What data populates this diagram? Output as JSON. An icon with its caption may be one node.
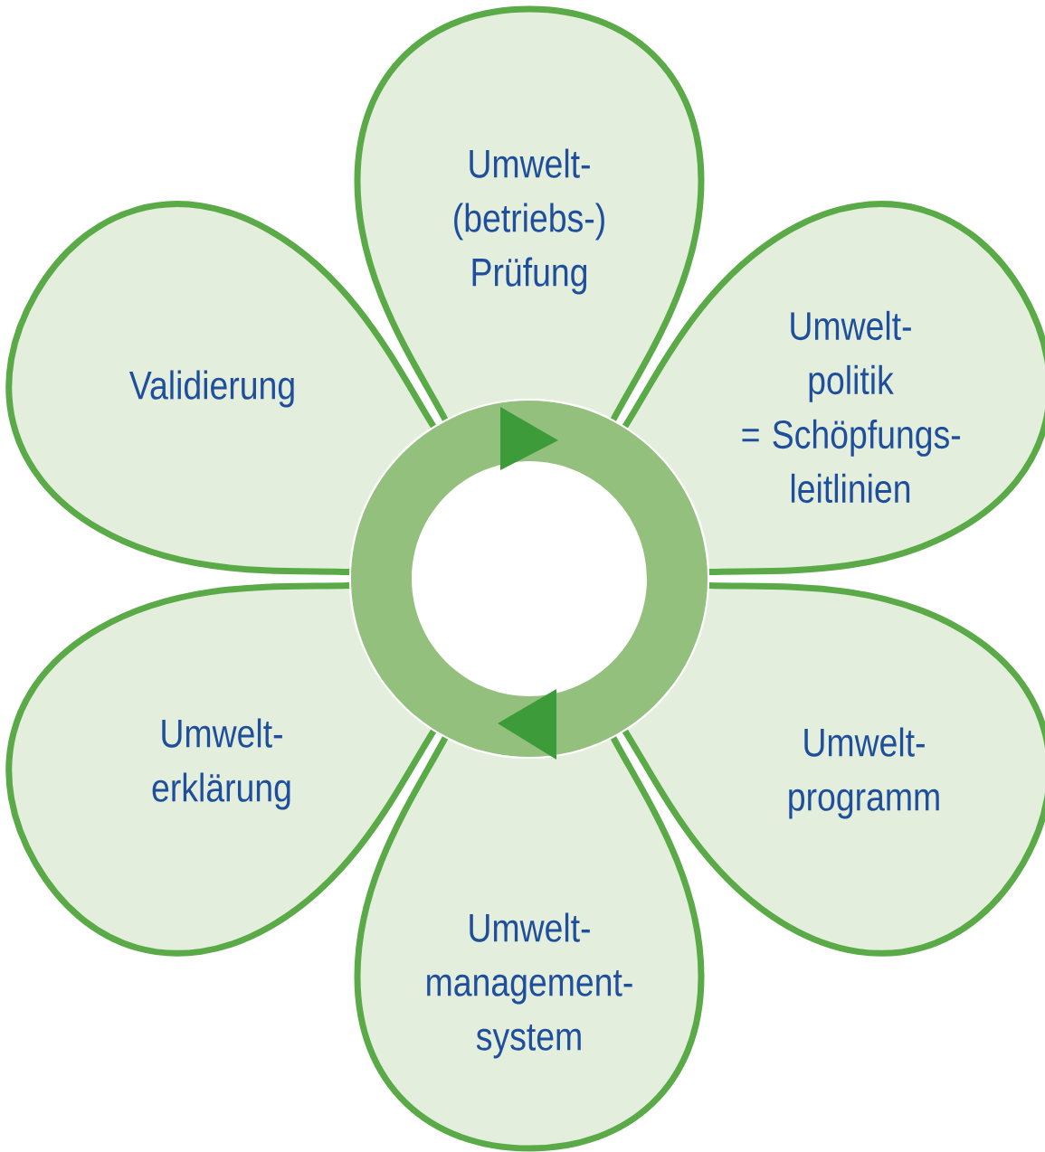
{
  "diagram": {
    "nodes": [
      {
        "text": [
          "Umwelt- (betriebs-) Prüfung"
        ]
      },
      {
        "text": [
          "Validierung"
        ]
      },
      {
        "text": [
          "Umwelt- politik = Schöpfungs- leitlinien"
        ]
      },
      {
        "text": [
          "Umwelt- erklärung"
        ]
      },
      {
        "text": [
          "Umwelt- programm"
        ]
      },
      {
        "text": [
          "Umwelt- management- system"
        ]
      }
    ]
  }
}
